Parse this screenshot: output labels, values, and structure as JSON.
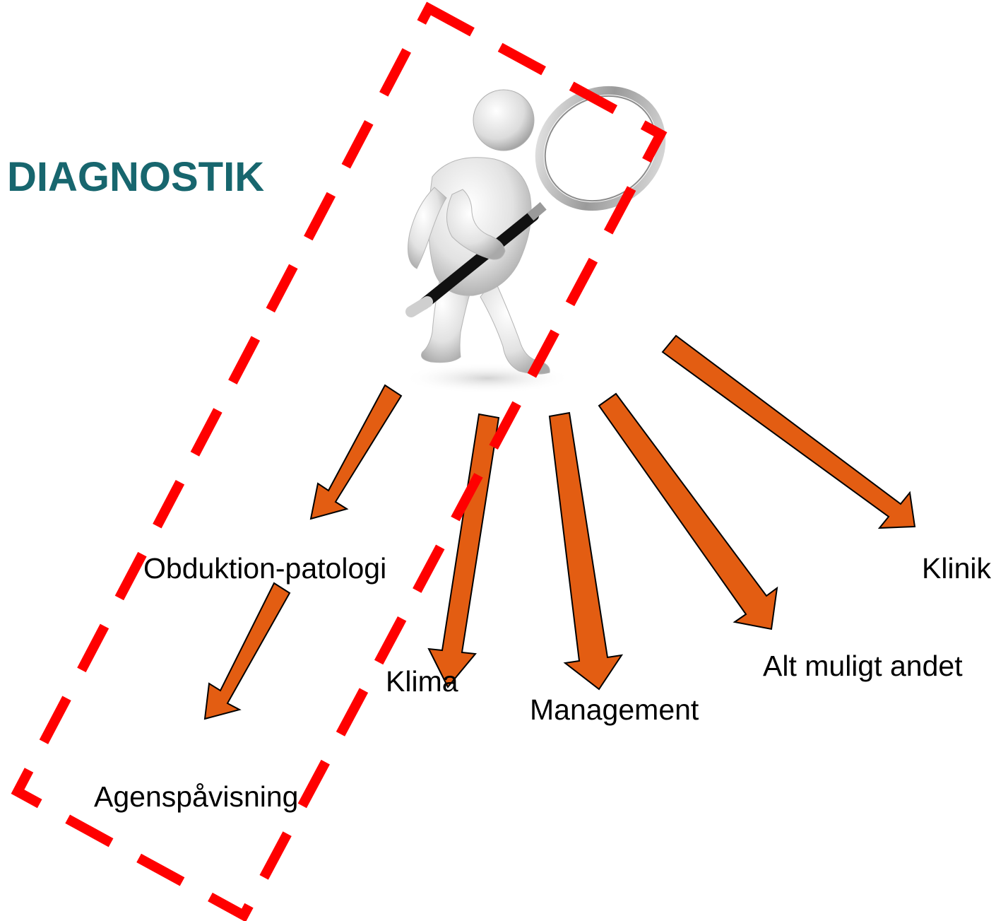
{
  "title": "DIAGNOSTIK",
  "labels": {
    "obduktion": "Obduktion-patologi",
    "agens": "Agenspåvisning",
    "klima": "Klima",
    "management": "Management",
    "alt": "Alt muligt andet",
    "klinik": "Klinik"
  },
  "colors": {
    "title": "#17666e",
    "arrow_fill": "#e35d12",
    "arrow_stroke": "#000000",
    "highlight_dash": "#ff0000",
    "label": "#000000"
  },
  "icons": {
    "figure": "person-with-magnifying-glass-icon"
  }
}
